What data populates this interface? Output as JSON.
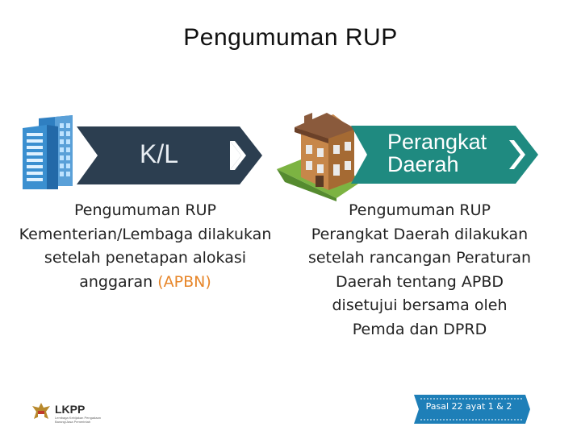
{
  "slide": {
    "title": "Pengumuman  RUP"
  },
  "cards": [
    {
      "banner_label": "K/L",
      "banner_color": "#2c3e50",
      "icon": "office-building-icon",
      "description_main": "Pengumuman RUP Kementerian/Lembaga dilakukan setelah penetapan alokasi anggaran",
      "description_accent": "(APBN)",
      "accent_color": "#e7862a"
    },
    {
      "banner_label_line1": "Perangkat",
      "banner_label_line2": "Daerah",
      "banner_color": "#1f8a80",
      "icon": "house-icon",
      "description_lines": [
        "Pengumuman RUP",
        "Perangkat Daerah dilakukan",
        "setelah rancangan Peraturan",
        "Daerah tentang APBD",
        "disetujui bersama oleh",
        "Pemda dan DPRD"
      ]
    }
  ],
  "footer": {
    "logo_text": "LKPP",
    "logo_subtitle": "Lembaga Kebijakan Pengadaan Barang/Jasa Pemerintah",
    "ribbon_label": "Pasal 22 ayat 1 & 2",
    "ribbon_color": "#1e7fb8"
  }
}
